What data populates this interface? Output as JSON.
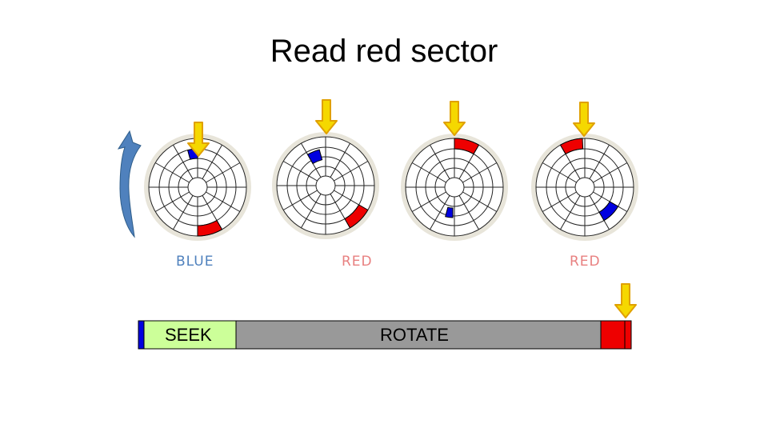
{
  "title": "Read red sector",
  "labels": {
    "blue": "BLUE",
    "red_1": "RED",
    "red_2": "RED"
  },
  "timeline": {
    "seek": "SEEK",
    "rotate": "ROTATE"
  },
  "colors": {
    "blue_sector": "#0000e0",
    "red_sector": "#ee0000",
    "arrow": "#f5d800",
    "seek_bg": "#ccff99",
    "rotate_bg": "#999999",
    "rotation_arrow": "#4f81bd",
    "blue_label": "#4f81bd",
    "red_label": "#e88080"
  },
  "icons": {
    "pointer": "down-arrow-icon",
    "rotation": "curved-arrow-icon"
  }
}
